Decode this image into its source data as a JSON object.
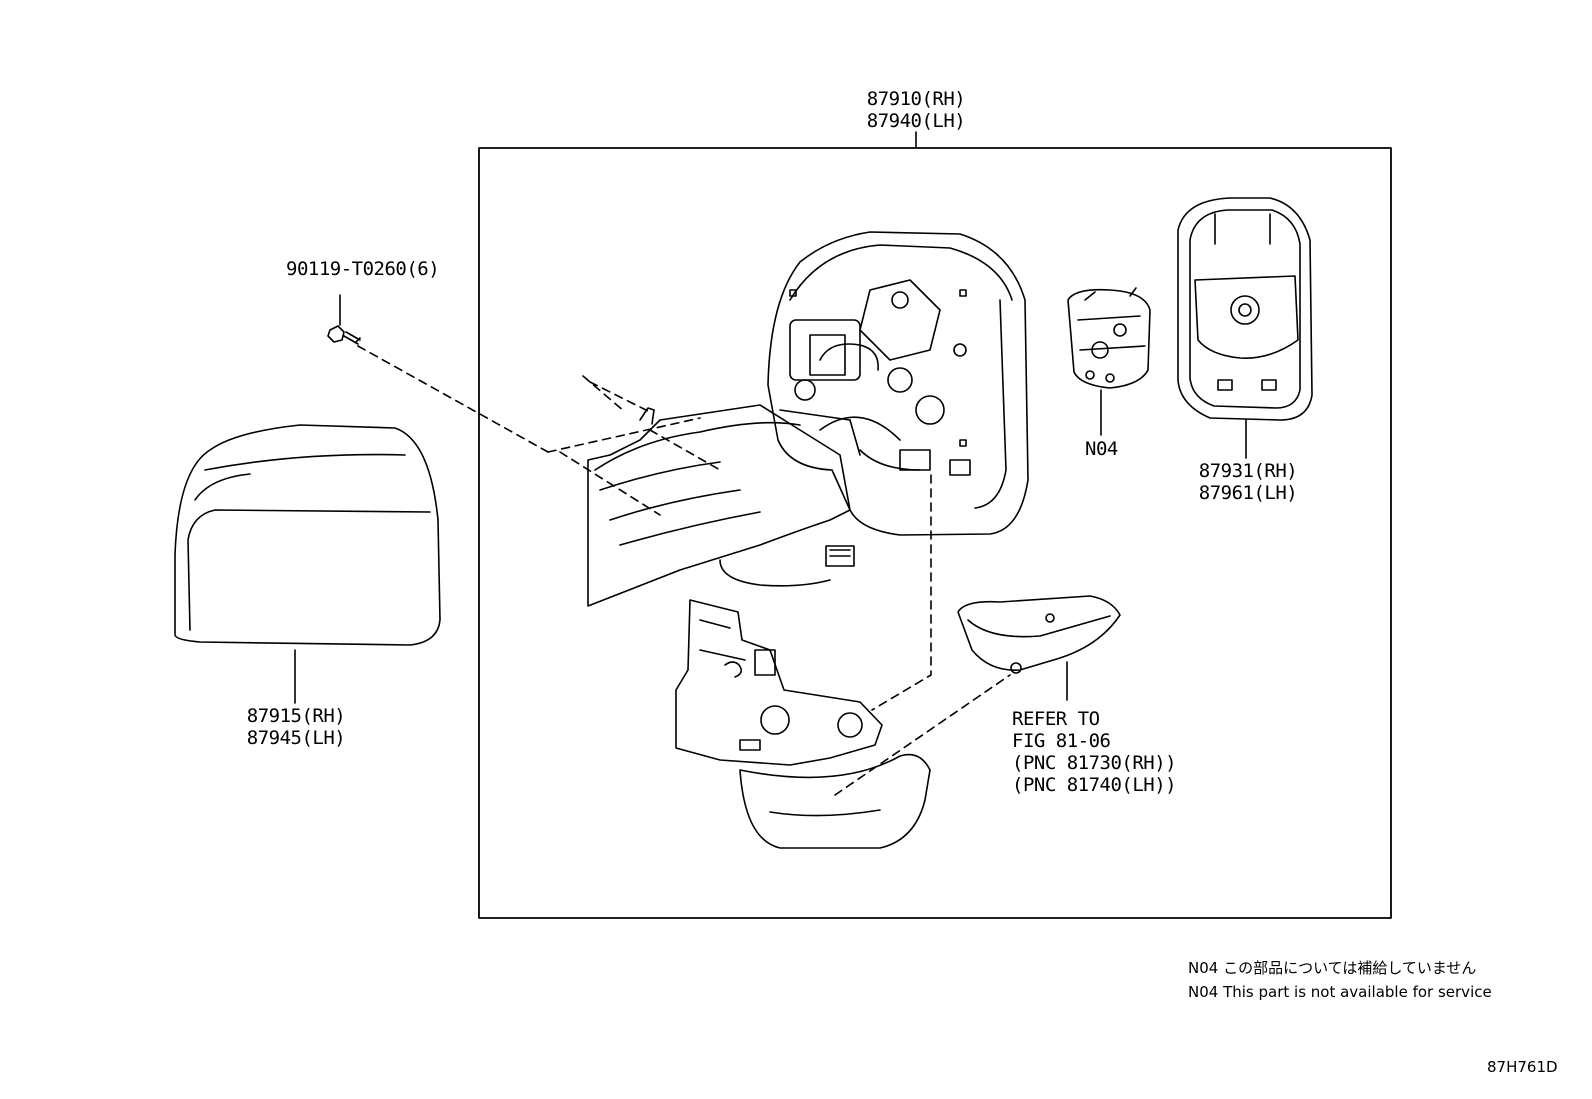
{
  "labels": {
    "mirror_assy_rh": "87910(RH)",
    "mirror_assy_lh": "87940(LH)",
    "screw": "90119-T0260(6)",
    "cover_rh": "87915(RH)",
    "cover_lh": "87945(LH)",
    "n04": "N04",
    "mirror_rh": "87931(RH)",
    "mirror_lh": "87961(LH)",
    "refer_line1": "REFER TO",
    "refer_line2": "FIG 81-06",
    "refer_line3": "(PNC 81730(RH))",
    "refer_line4": "(PNC 81740(LH))"
  },
  "notes": {
    "jp": "N04 この部品については補給していません",
    "en": "N04 This part is not available for service"
  },
  "diagram_code": "87H761D"
}
